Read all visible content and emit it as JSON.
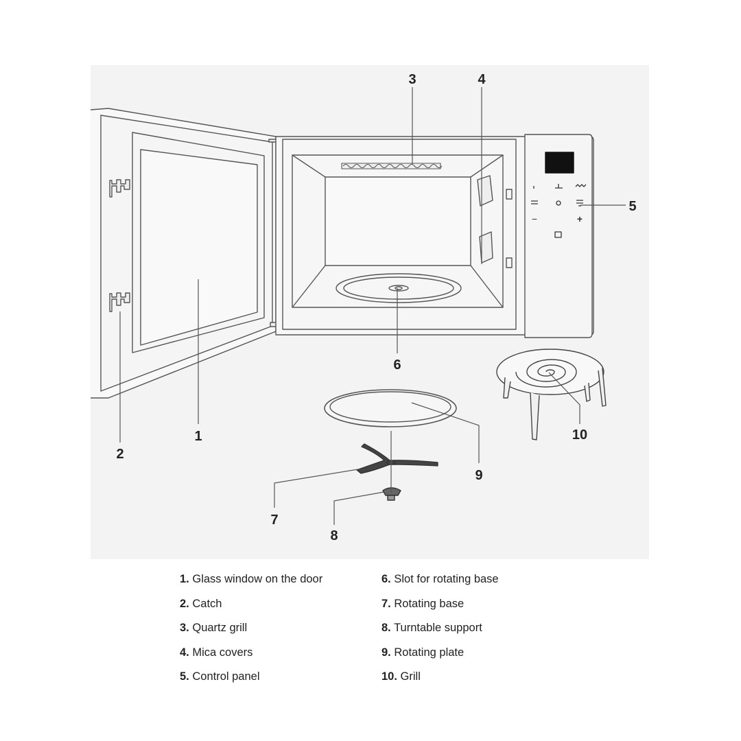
{
  "callouts": [
    {
      "number": "1",
      "description": "Glass window on the door"
    },
    {
      "number": "2",
      "description": "Catch"
    },
    {
      "number": "3",
      "description": "Quartz grill"
    },
    {
      "number": "4",
      "description": "Mica covers"
    },
    {
      "number": "5",
      "description": "Control panel"
    },
    {
      "number": "6",
      "description": "Slot for rotating base"
    },
    {
      "number": "7",
      "description": "Rotating base"
    },
    {
      "number": "8",
      "description": "Turntable support"
    },
    {
      "number": "9",
      "description": "Rotating plate"
    },
    {
      "number": "10",
      "description": "Grill"
    }
  ],
  "legend": {
    "left": [
      {
        "num": "1.",
        "text": "Glass window on the door"
      },
      {
        "num": "2.",
        "text": "Catch"
      },
      {
        "num": "3.",
        "text": "Quartz grill"
      },
      {
        "num": "4.",
        "text": "Mica covers"
      },
      {
        "num": "5.",
        "text": "Control panel"
      }
    ],
    "right": [
      {
        "num": "6.",
        "text": "Slot for rotating base"
      },
      {
        "num": "7.",
        "text": "Rotating base"
      },
      {
        "num": "8.",
        "text": "Turntable support"
      },
      {
        "num": "9.",
        "text": "Rotating plate"
      },
      {
        "num": "10.",
        "text": "Grill"
      }
    ]
  },
  "control_panel": {
    "minus_label": "−",
    "plus_label": "+"
  },
  "colors": {
    "panel_background": "#f3f3f3",
    "line": "#555555",
    "text": "#222222",
    "display": "#111111"
  }
}
